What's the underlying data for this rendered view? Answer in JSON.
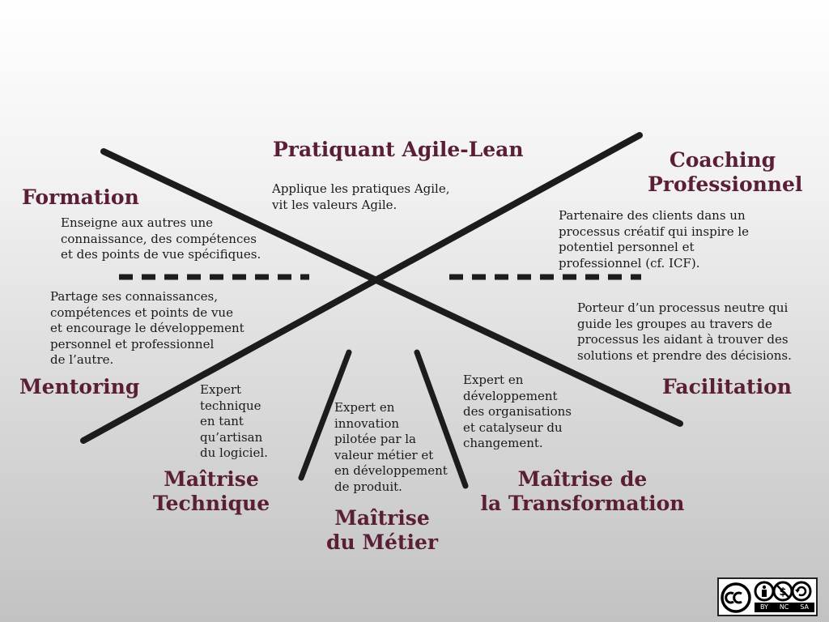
{
  "roles": {
    "agile": {
      "title": "Pratiquant Agile-Lean",
      "desc": "Applique les pratiques Agile,\nvit les valeurs Agile."
    },
    "formation": {
      "title": "Formation",
      "desc": "Enseigne aux autres une\nconnaissance, des compétences\net des points de vue spécifiques."
    },
    "coaching": {
      "title": "Coaching\nProfessionnel",
      "desc": "Partenaire des clients dans un\nprocessus créatif qui inspire le\npotentiel personnel et\nprofessionnel (cf. ICF)."
    },
    "mentoring": {
      "title": "Mentoring",
      "desc": "Partage ses connaissances,\ncompétences et points de vue\net encourage le développement\npersonnel et professionnel\nde l’autre."
    },
    "facilitation": {
      "title": "Facilitation",
      "desc": "Porteur d’un processus neutre qui\nguide les groupes au travers de\nprocessus les aidant à trouver des\nsolutions et prendre des décisions."
    },
    "technique": {
      "title": "Maîtrise\nTechnique",
      "desc": "Expert\ntechnique\nen tant\nqu’artisan\ndu logiciel."
    },
    "metier": {
      "title": "Maîtrise\ndu Métier",
      "desc": "Expert en\ninnovation\npilotée par la\nvaleur métier et\nen développement\nde produit."
    },
    "transformation": {
      "title": "Maîtrise de\nla Transformation",
      "desc": "Expert en\ndéveloppement\ndes organisations\net catalyseur du\nchangement."
    }
  },
  "license": {
    "items": [
      "BY",
      "NC",
      "SA"
    ]
  },
  "colors": {
    "title": "#5a1e36",
    "line": "#1c1c1c",
    "text": "#1a1a1a"
  }
}
